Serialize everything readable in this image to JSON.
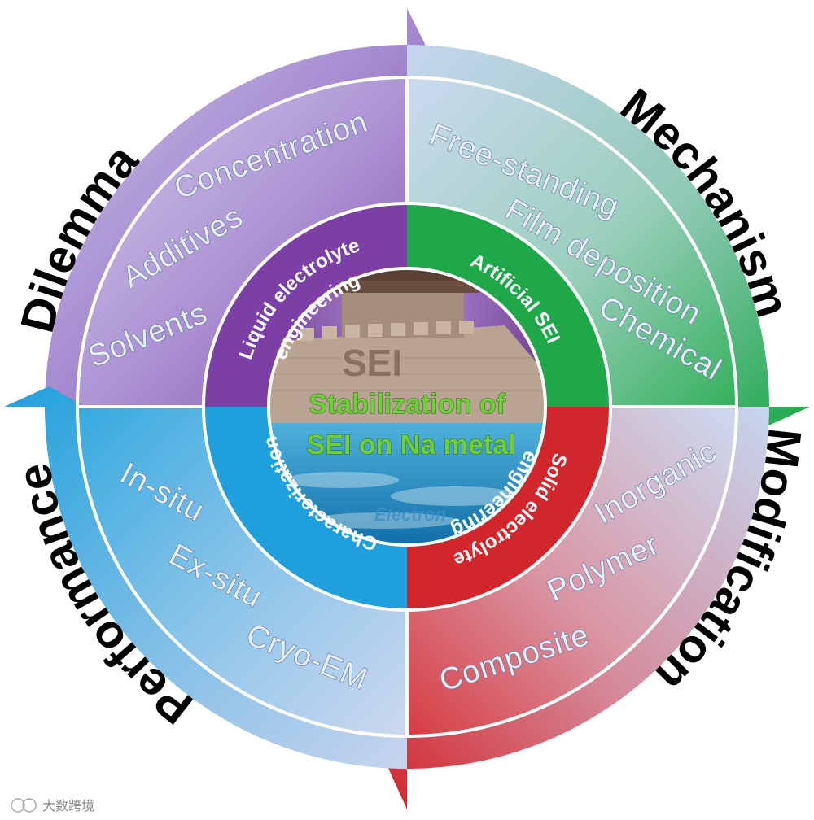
{
  "outer_ring": {
    "dilemma": "Dilemma",
    "mechanism": "Mechanism",
    "modification": "Modification",
    "performance": "Performance"
  },
  "quadrants": {
    "top_left": {
      "items": [
        "Concentration",
        "Additives",
        "Solvents"
      ]
    },
    "top_right": {
      "items": [
        "Free-standing",
        "Film deposition",
        "Chemical"
      ]
    },
    "bottom_right": {
      "items": [
        "Inorganic",
        "Polymer",
        "Composite"
      ]
    },
    "bottom_left": {
      "items": [
        "In-situ",
        "Ex-situ",
        "Cryo-EM"
      ]
    }
  },
  "inner_ring": {
    "liquid_line1": "Liquid electrolyte",
    "liquid_line2": "engineering",
    "artificial": "Artificial SEI",
    "solid_line1": "Solid electrolyte",
    "solid_line2": "engineering",
    "characterization": "Characterization"
  },
  "center": {
    "line1": "Stabilization of",
    "line2": "SEI on Na metal",
    "wall_label": "SEI",
    "wave_label": "Electron"
  },
  "watermark": "大数跨境",
  "colors": {
    "purple": "#7b3fa6",
    "green": "#1ea84a",
    "red": "#d2262d",
    "blue": "#1fa0dc",
    "pale_ring": "#c8d3ec"
  }
}
